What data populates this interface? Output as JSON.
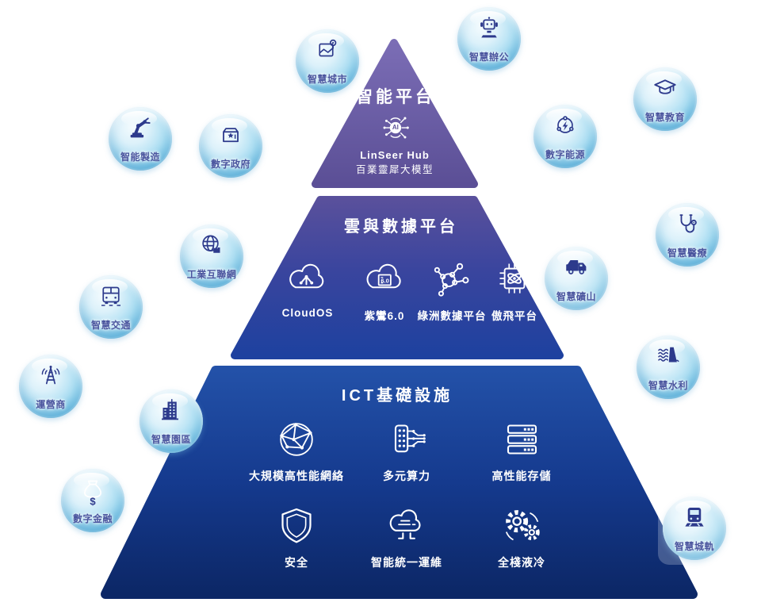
{
  "pyramid": {
    "tier1": {
      "title": "智能平台",
      "icon": "ai-brain-icon",
      "icon_text": "AI",
      "product": "LinSeer Hub",
      "product_sub": "百業靈犀大模型"
    },
    "tier2": {
      "title": "雲與數據平台",
      "items": [
        {
          "label": "CloudOS",
          "icon": "cloud-network-icon"
        },
        {
          "label": "紫鸞6.0",
          "icon": "cloud-60-icon",
          "icon_text": "6.0"
        },
        {
          "label": "綠洲數據平台",
          "icon": "data-molecule-icon"
        },
        {
          "label": "傲飛平台",
          "icon": "chip-atom-icon"
        }
      ]
    },
    "tier3": {
      "title": "ICT基礎設施",
      "row1": [
        {
          "label": "大規模高性能網絡",
          "icon": "globe-mesh-icon"
        },
        {
          "label": "多元算力",
          "icon": "compute-icon"
        },
        {
          "label": "高性能存儲",
          "icon": "storage-icon"
        }
      ],
      "row2": [
        {
          "label": "安全",
          "icon": "shield-icon"
        },
        {
          "label": "智能統一運維",
          "icon": "cloud-ops-icon"
        },
        {
          "label": "全棧液冷",
          "icon": "gears-icon"
        }
      ]
    }
  },
  "bubbles": [
    {
      "label": "智慧辦公",
      "icon": "robot-icon"
    },
    {
      "label": "智慧城市",
      "icon": "map-pin-icon"
    },
    {
      "label": "智慧教育",
      "icon": "graduation-cap-icon"
    },
    {
      "label": "智能製造",
      "icon": "robot-arm-icon"
    },
    {
      "label": "數字政府",
      "icon": "ballot-box-icon"
    },
    {
      "label": "數字能源",
      "icon": "energy-icon"
    },
    {
      "label": "智慧醫療",
      "icon": "stethoscope-icon"
    },
    {
      "label": "工業互聯網",
      "icon": "globe-factory-icon"
    },
    {
      "label": "智慧礦山",
      "icon": "mining-truck-icon"
    },
    {
      "label": "智慧交通",
      "icon": "bus-icon"
    },
    {
      "label": "智慧水利",
      "icon": "dam-icon"
    },
    {
      "label": "運營商",
      "icon": "antenna-icon"
    },
    {
      "label": "智慧園區",
      "icon": "buildings-icon"
    },
    {
      "label": "數字金融",
      "icon": "money-bag-icon",
      "icon_text": "$"
    },
    {
      "label": "智慧城軌",
      "icon": "train-icon"
    }
  ],
  "colors": {
    "tier1_top": "#7b6db5",
    "tier1_bottom": "#5b4f96",
    "tier2_top": "#59509c",
    "tier2_bottom": "#1e419f",
    "tier3_top": "#2351a8",
    "tier3_bottom": "#0c2766",
    "bubble_icon": "#2d3a8c",
    "bubble_label": "#49549e",
    "pyramid_text": "#ffffff"
  }
}
